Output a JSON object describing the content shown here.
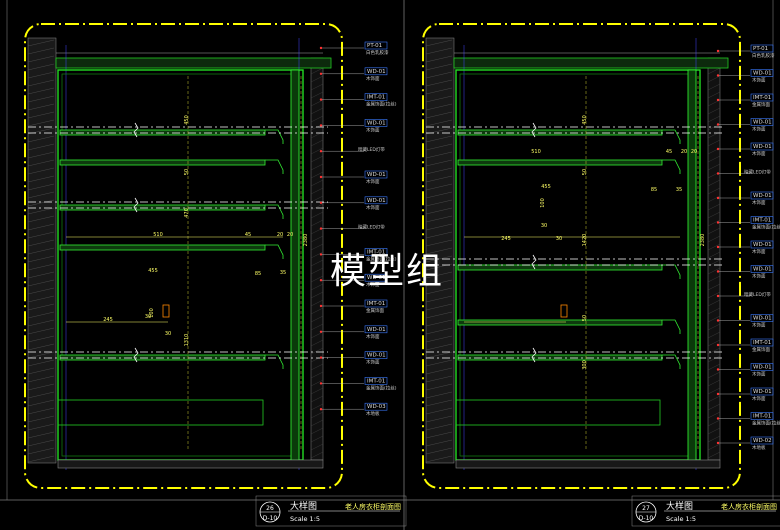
{
  "watermark": "模型组",
  "panels": [
    {
      "title": "大样图",
      "subtitle": "老人房衣柜剖面图",
      "scale": "Scale 1:5",
      "sheet_number": "26",
      "sheet_ref": "D-10",
      "tags": [
        {
          "code": "PT-01",
          "desc": "白色乳胶漆"
        },
        {
          "code": "WD-01",
          "desc": "木饰面"
        },
        {
          "code": "IMT-01",
          "desc": "金属饰面(拉丝)"
        },
        {
          "code": "WD-01",
          "desc": "木饰面"
        },
        {
          "code": "",
          "desc": "暗藏LED灯带"
        },
        {
          "code": "WD-01",
          "desc": "木饰面"
        },
        {
          "code": "WD-01",
          "desc": "木饰面"
        },
        {
          "code": "",
          "desc": "暗藏LED灯带"
        },
        {
          "code": "IMT-01",
          "desc": "金属饰面(拉丝)"
        },
        {
          "code": "WD-01",
          "desc": "木饰面"
        },
        {
          "code": "IMT-01",
          "desc": "金属饰面"
        },
        {
          "code": "WD-01",
          "desc": "木饰面"
        },
        {
          "code": "WD-01",
          "desc": "木饰面"
        },
        {
          "code": "IMT-01",
          "desc": "金属饰面(拉丝)"
        },
        {
          "code": "WD-03",
          "desc": "木地板"
        }
      ],
      "dims": [
        "450",
        "50",
        "470",
        "510",
        "45",
        "20",
        "20",
        "455",
        "85",
        "35",
        "100",
        "30",
        "245",
        "30",
        "1310",
        "2380"
      ]
    },
    {
      "title": "大样图",
      "subtitle": "老人房衣柜剖面图",
      "scale": "Scale 1:5",
      "sheet_number": "27",
      "sheet_ref": "D-10",
      "tags": [
        {
          "code": "PT-01",
          "desc": "白色乳胶漆"
        },
        {
          "code": "WD-01",
          "desc": "木饰面"
        },
        {
          "code": "IMT-01",
          "desc": "金属饰面"
        },
        {
          "code": "WD-01",
          "desc": "木饰面"
        },
        {
          "code": "WD-01",
          "desc": "木饰面"
        },
        {
          "code": "",
          "desc": "暗藏LED灯带"
        },
        {
          "code": "WD-01",
          "desc": "木饰面"
        },
        {
          "code": "IMT-01",
          "desc": "金属饰面(拉丝)"
        },
        {
          "code": "WD-01",
          "desc": "木饰面"
        },
        {
          "code": "WD-01",
          "desc": "木饰面"
        },
        {
          "code": "",
          "desc": "暗藏LED灯带"
        },
        {
          "code": "WD-01",
          "desc": "木饰面"
        },
        {
          "code": "IMT-01",
          "desc": "金属饰面"
        },
        {
          "code": "WD-01",
          "desc": "木饰面"
        },
        {
          "code": "WD-01",
          "desc": "木饰面"
        },
        {
          "code": "IMT-01",
          "desc": "金属饰面(拉丝)"
        },
        {
          "code": "WD-02",
          "desc": "木地板"
        }
      ],
      "dims": [
        "450",
        "510",
        "45",
        "20",
        "20",
        "455",
        "85",
        "35",
        "100",
        "30",
        "245",
        "30",
        "1420",
        "50",
        "50",
        "300",
        "2380"
      ]
    }
  ]
}
